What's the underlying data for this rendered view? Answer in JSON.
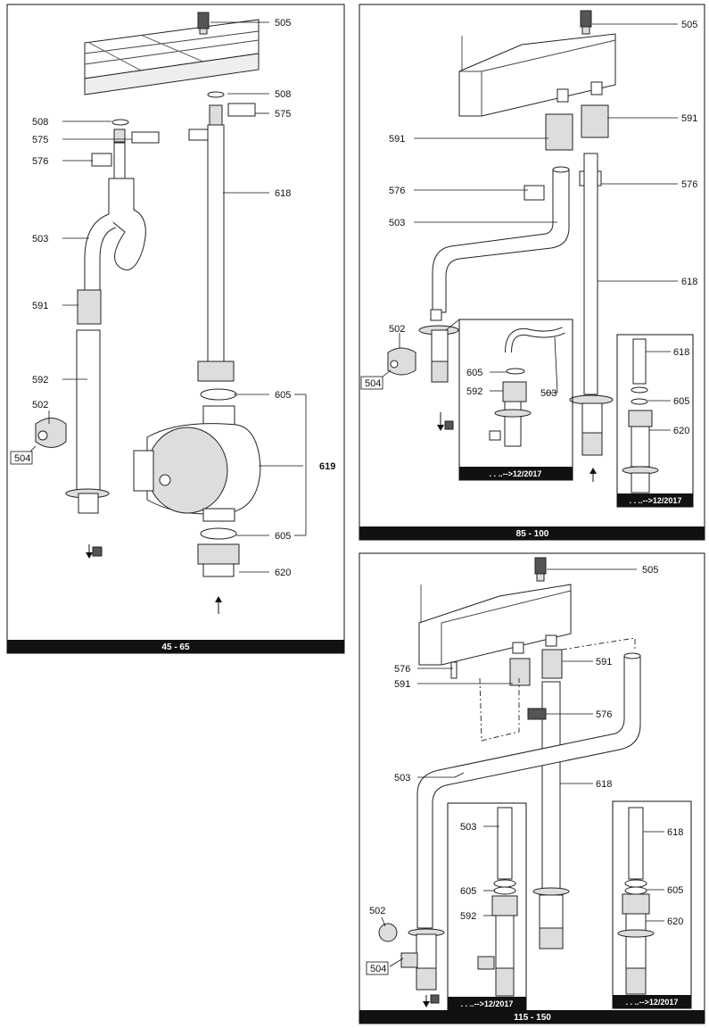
{
  "panels": {
    "p1": {
      "footer": "45 - 65",
      "labels": {
        "l505": "505",
        "l508a": "508",
        "l575a": "575",
        "l508b": "508",
        "l575b": "575",
        "l576": "576",
        "l618": "618",
        "l503": "503",
        "l591": "591",
        "l592": "592",
        "l502": "502",
        "l504": "504",
        "l605a": "605",
        "l619": "619",
        "l605b": "605",
        "l620": "620"
      }
    },
    "p2": {
      "footer": "85 - 100",
      "labels": {
        "l505": "505",
        "l591a": "591",
        "l591b": "591",
        "l576a": "576",
        "l576b": "576",
        "l503": "503",
        "l618": "618",
        "l502": "502",
        "l504": "504"
      },
      "inset1": {
        "caption": ". . ..-->12/2017",
        "labels": {
          "l605": "605",
          "l592": "592",
          "l503": "503"
        }
      },
      "inset2": {
        "caption": ". . ..-->12/2017",
        "labels": {
          "l618": "618",
          "l605": "605",
          "l620": "620"
        }
      }
    },
    "p3": {
      "footer": "115 - 150",
      "labels": {
        "l505": "505",
        "l576a": "576",
        "l591a": "591",
        "l591b": "591",
        "l576b": "576",
        "l503": "503",
        "l618": "618",
        "l502": "502",
        "l504": "504"
      },
      "inset1": {
        "caption": ". . ..-->12/2017",
        "labels": {
          "l503": "503",
          "l605": "605",
          "l592": "592"
        }
      },
      "inset2": {
        "caption": ". . ..-->12/2017",
        "labels": {
          "l618": "618",
          "l605": "605",
          "l620": "620"
        }
      }
    }
  }
}
